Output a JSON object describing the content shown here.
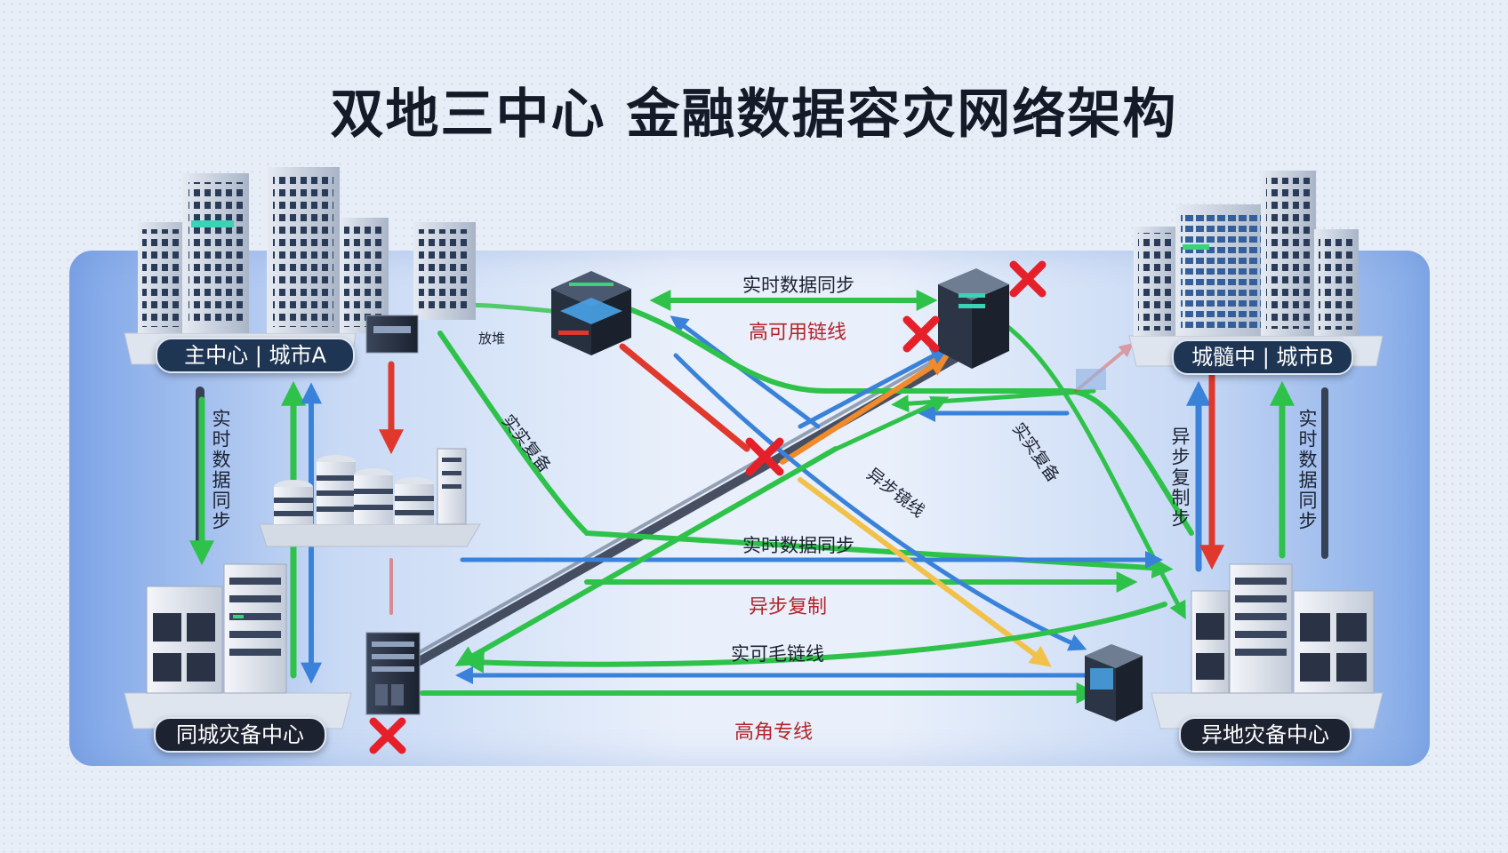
{
  "title": "双地三中心 金融数据容灾网络架构",
  "nodes": {
    "main_center": "主中心 | 城市A",
    "remote_center_top": "城髓中 | 城市B",
    "same_city_dr": "同城灾备中心",
    "remote_dr": "异地灾备中心"
  },
  "links": {
    "top_sync": "实时数据同步",
    "top_ha": "高可用链线",
    "mid_sync": "实时数据同步",
    "mid_async": "异步复制",
    "bottom_ha": "实可毛链线",
    "bottom_line": "高角专线",
    "left_vertical": "实时数据同步",
    "right_vertical_async": "异步复制步",
    "right_vertical_sync": "实时数据同步",
    "diag_left": "实实复备",
    "diag_right": "实实复备",
    "diag_center": "异步镜线",
    "small_tag": "放堆"
  },
  "colors": {
    "green": "#2fc24a",
    "blue": "#3a82d9",
    "red": "#e0382c",
    "orange": "#f08a2a",
    "yellow": "#f2c14a",
    "dark": "#1c2230",
    "failure": "#e5202a"
  }
}
